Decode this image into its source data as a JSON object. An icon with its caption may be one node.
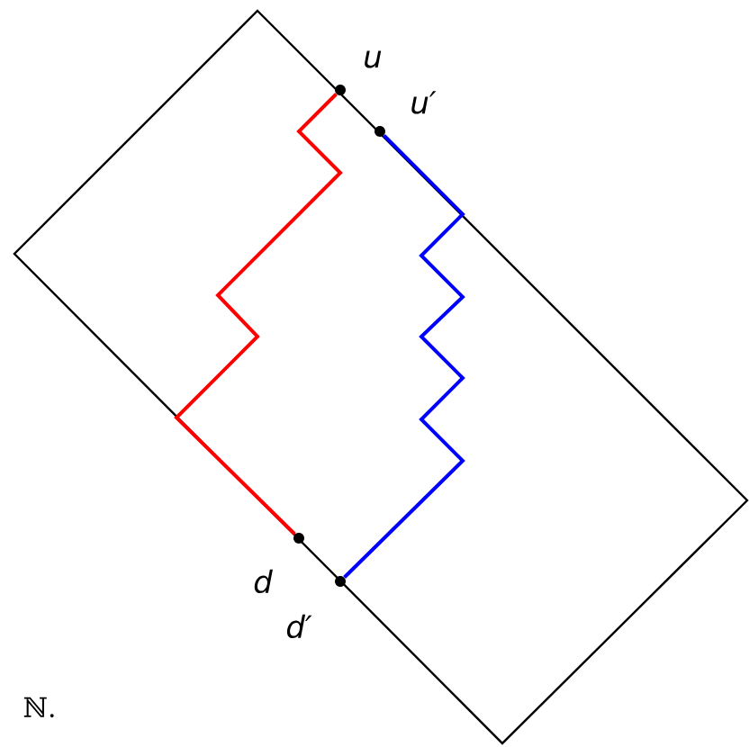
{
  "diagram": {
    "nodes": [
      {
        "text": [],
        "shape": "circle",
        "beside": [
          "u"
        ]
      },
      {
        "text": [],
        "shape": "circle",
        "beside": [
          "u′"
        ]
      },
      {
        "text": [],
        "shape": "circle",
        "beside": [
          "d"
        ]
      },
      {
        "text": [],
        "shape": "circle",
        "beside": [
          "d′"
        ]
      }
    ],
    "edges": [
      {
        "from": 0,
        "to": 2,
        "arrow": "none",
        "color": "#ff0000"
      },
      {
        "from": 1,
        "to": 3,
        "arrow": "none",
        "color": "#0000ff"
      }
    ],
    "labels": [
      "ℕ."
    ]
  }
}
